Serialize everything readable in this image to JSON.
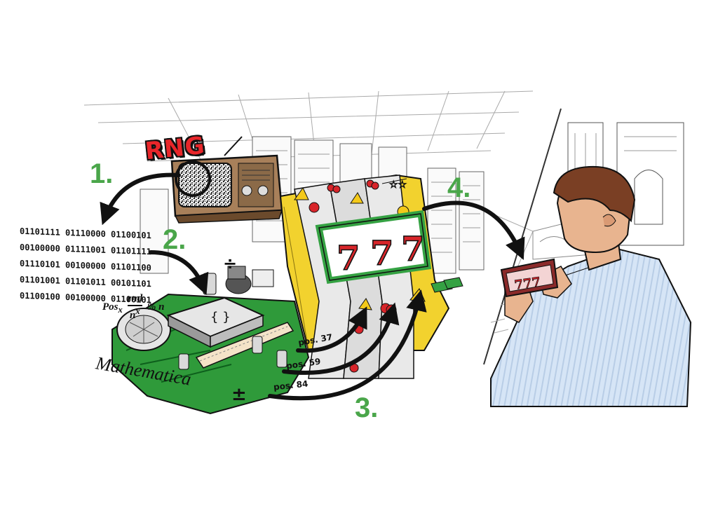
{
  "labels": {
    "rng": "RNG",
    "step1": "1.",
    "step2": "2.",
    "step3": "3.",
    "step4": "4.",
    "software": "Mathematica",
    "formula_left": "Pos",
    "formula_sub": "x",
    "formula_num": "rnd",
    "formula_den": "n",
    "formula_den_sup": "x",
    "formula_mod": "% n",
    "divide_symbol": "÷",
    "plusminus_symbol": "±"
  },
  "binary_rows": [
    "01101111 01110000 01100101",
    "00100000 01111001 01101111",
    "01110101 00100000 01101100",
    "01101001 01101011 00101101",
    "01100100 00100000 01100101"
  ],
  "reel_positions": [
    "pos. 37",
    "pos. 59",
    "pos. 84"
  ],
  "reel_symbols": [
    "7",
    "7",
    "7"
  ],
  "colors": {
    "step_green": "#4aa64a",
    "rng_red": "#e8262a",
    "board_green": "#2f9a3a",
    "machine_yellow": "#f2d22e",
    "window_green": "#35a243",
    "seven_red": "#d8252a",
    "shirt_blue": "#cfe0f5",
    "hair_brown": "#7a3f24",
    "skin": "#e8b48f",
    "tv_wood": "#a8805a"
  }
}
